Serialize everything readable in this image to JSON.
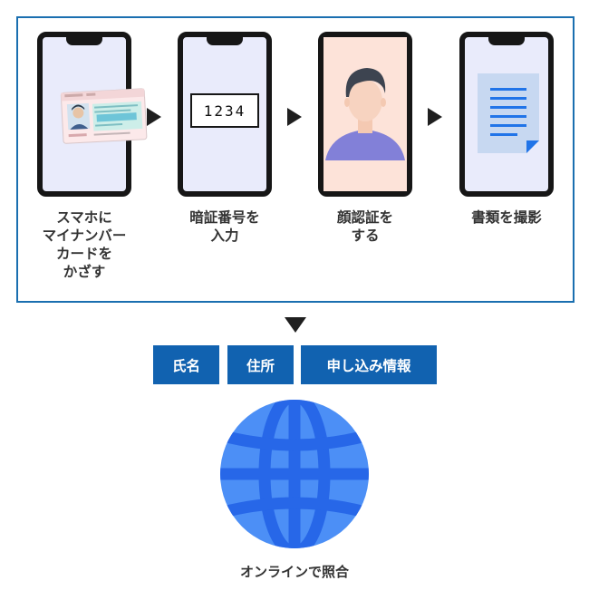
{
  "colors": {
    "frame": "#1a6fb0",
    "tag": "#1162b0",
    "globe_light": "#4c8ff6",
    "globe_dark": "#2767e8",
    "screen": "#e9ebfb"
  },
  "steps": [
    {
      "label": "スマホに\nマイナンバー\nカードを\nかざす",
      "icon": "id-card-icon"
    },
    {
      "label": "暗証番号を\n入力",
      "icon": "pin-code-icon",
      "code": "1234"
    },
    {
      "label": "顔認証を\nする",
      "icon": "face-avatar-icon"
    },
    {
      "label": "書類を撮影",
      "icon": "document-icon"
    }
  ],
  "tags": [
    "氏名",
    "住所",
    "申し込み情報"
  ],
  "globe_caption": "オンラインで照合"
}
